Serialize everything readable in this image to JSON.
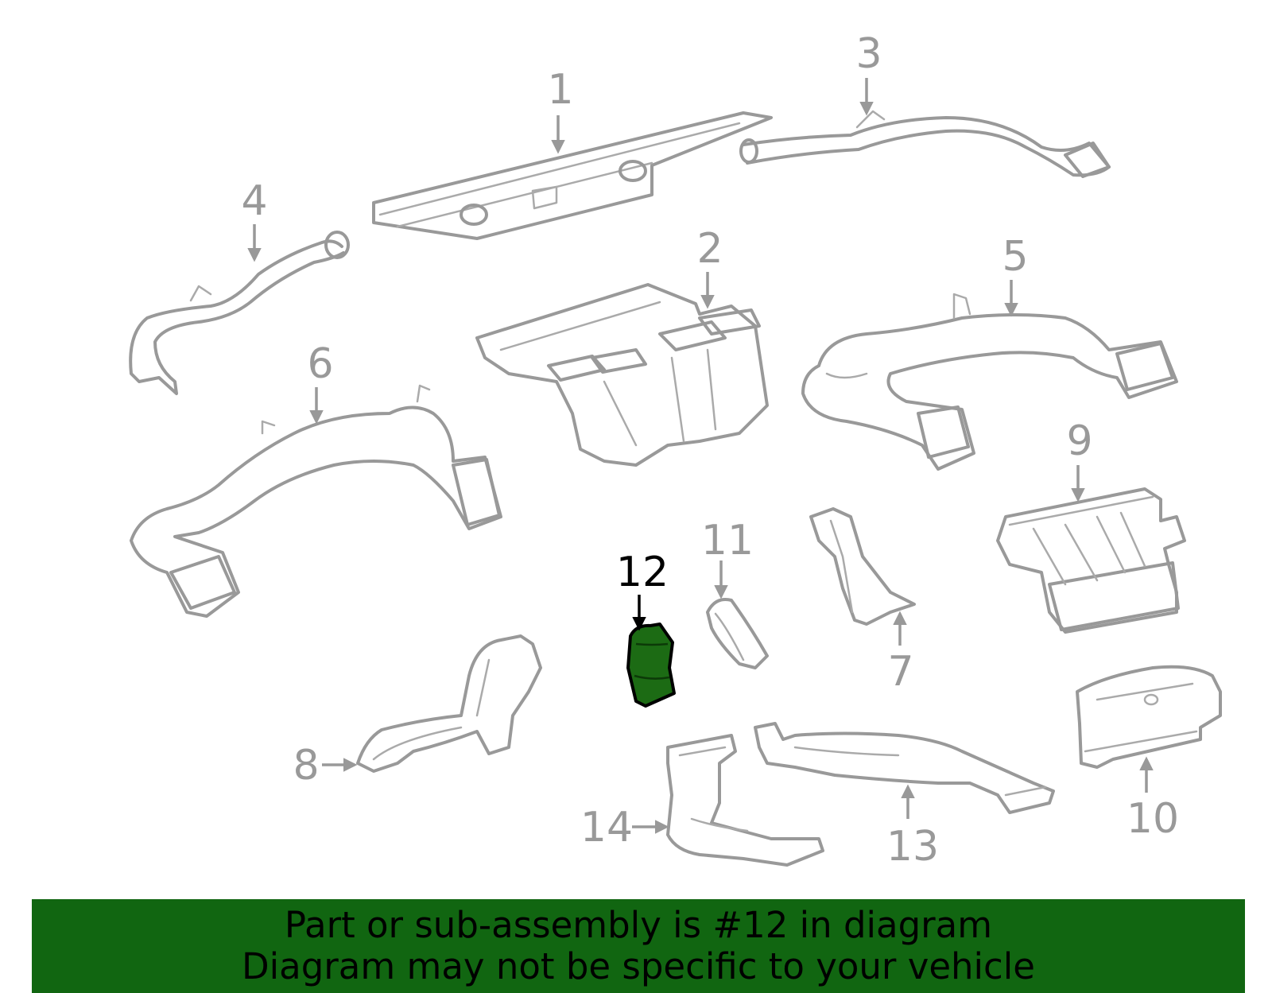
{
  "callouts": {
    "c1": "1",
    "c2": "2",
    "c3": "3",
    "c4": "4",
    "c5": "5",
    "c6": "6",
    "c7": "7",
    "c8": "8",
    "c9": "9",
    "c10": "10",
    "c11": "11",
    "c12": "12",
    "c13": "13",
    "c14": "14"
  },
  "highlighted_part": "12",
  "colors": {
    "highlight_fill": "#1c6b14",
    "banner_bg": "#116611",
    "line_gray": "#999999"
  },
  "banner": {
    "line1": "Part or sub-assembly is #12 in diagram",
    "line2": "Diagram may not be specific to your vehicle"
  }
}
